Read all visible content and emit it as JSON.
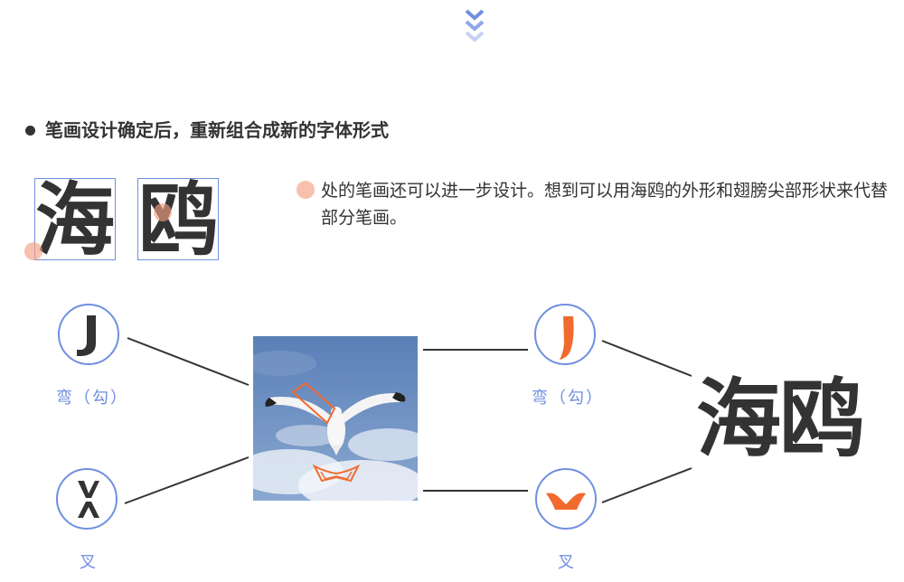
{
  "heading": {
    "text": "笔画设计确定后，重新组合成新的字体形式"
  },
  "samples": {
    "char_hai": "海",
    "char_ou": "鸥"
  },
  "note": {
    "text": "处的笔画还可以进一步设计。想到可以用海鸥的外形和翅膀尖部形状来代替部分笔画。"
  },
  "strokes": {
    "hook_label": "弯（勾）",
    "fork_label": "叉"
  },
  "final": {
    "word": "海鸥"
  },
  "colors": {
    "accent_blue": "#6f8fe0",
    "accent_orange": "#f26a2e",
    "marker_peach": "#f2a082",
    "text_dark": "#333333"
  },
  "icons": {
    "top": "chevron-down-triple-icon",
    "hook": "hook-stroke-icon",
    "fork": "fork-stroke-icon"
  }
}
